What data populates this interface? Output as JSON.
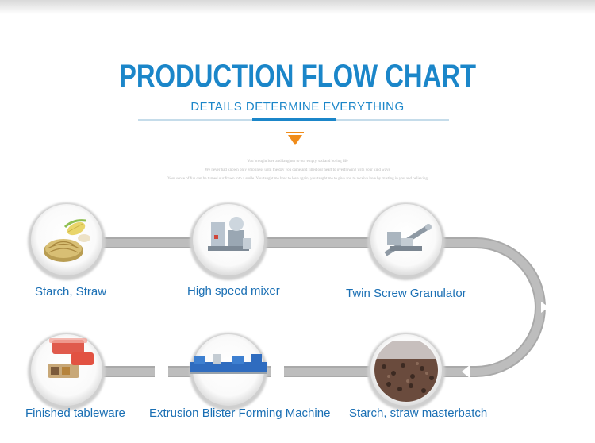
{
  "header": {
    "title": "PRODUCTION FLOW CHART",
    "subtitle": "DETAILS DETERMINE EVERYTHING",
    "small_text": [
      "You brought love and laughter to our empty, sad and boring life",
      "We never had known only emptiness until the day you came and filled our heart to overflowing with your kind ways",
      "Your sense of fun can be turned our frown into a smile. You taught me how to love again, you taught me to give and to receive love by trusting in you and believing"
    ]
  },
  "colors": {
    "accent": "#1b86c9",
    "arrow": "#f08c1a",
    "track": "#b3b3b3",
    "label": "#1a6fb4"
  },
  "stages": [
    {
      "label": "Starch, Straw",
      "image": "corn-and-woven-straw-image"
    },
    {
      "label": "High speed mixer",
      "image": "mixer-machine-image"
    },
    {
      "label": "Twin Screw Granulator",
      "image": "granulator-machine-image"
    },
    {
      "label": "Starch, straw masterbatch",
      "image": "masterbatch-pellets-image"
    },
    {
      "label": "Extrusion Blister Forming Machine",
      "image": "extrusion-line-image"
    },
    {
      "label": "Finished tableware",
      "image": "tableware-boxes-image"
    }
  ]
}
